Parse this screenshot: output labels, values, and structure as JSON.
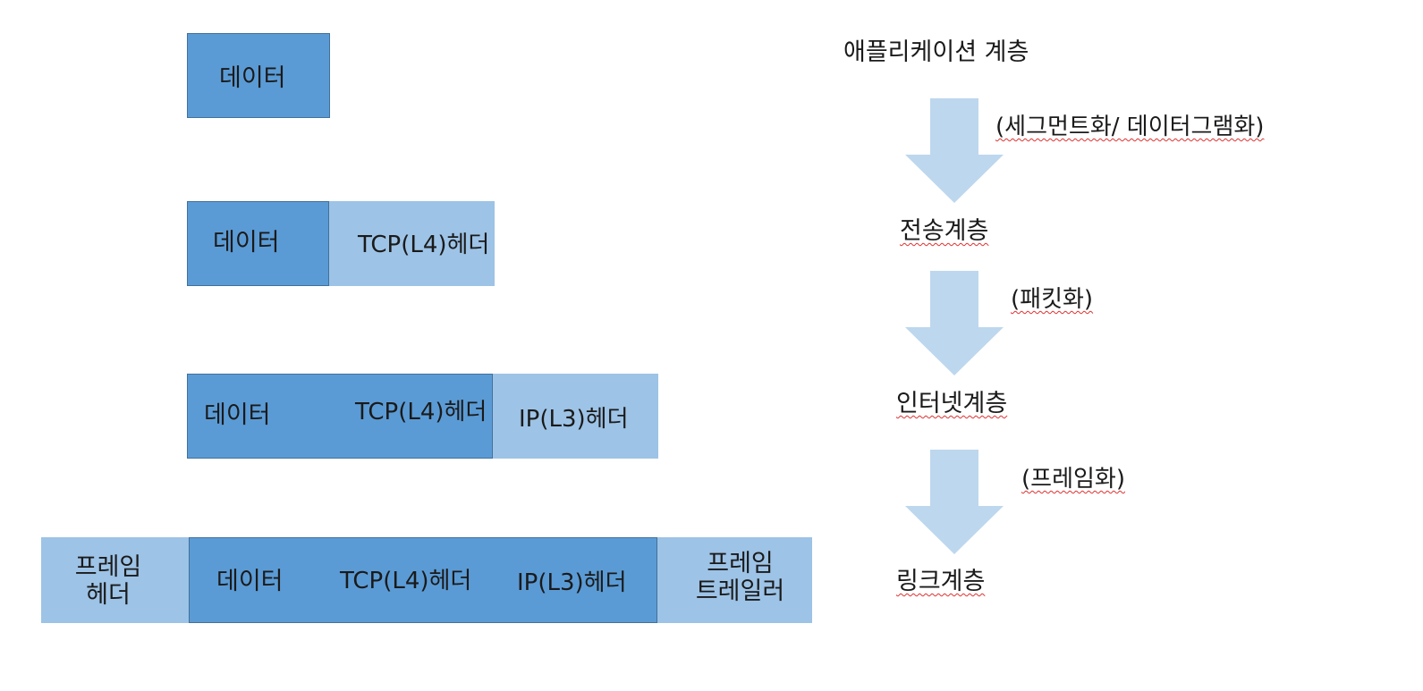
{
  "colors": {
    "data_block": "#5b9bd5",
    "header_block": "#9dc3e6",
    "arrow": "#bdd7ee"
  },
  "encapsulation": {
    "row1": {
      "data": "데이터"
    },
    "row2": {
      "data": "데이터",
      "tcp_header": "TCP(L4)헤더"
    },
    "row3": {
      "data": "데이터",
      "tcp_header": "TCP(L4)헤더",
      "ip_header": "IP(L3)헤더"
    },
    "row4": {
      "frame_header": "프레임\n헤더",
      "data": "데이터",
      "tcp_header": "TCP(L4)헤더",
      "ip_header": "IP(L3)헤더",
      "frame_trailer": "프레임\n트레일러"
    }
  },
  "layers": {
    "application": "애플리케이션 계층",
    "transport": "전송계층",
    "internet": "인터넷계층",
    "link": "링크계층"
  },
  "processes": {
    "segmentation": "(세그먼트화/ 데이터그램화)",
    "packetization": "(패킷화)",
    "framing": "(프레임화)"
  }
}
